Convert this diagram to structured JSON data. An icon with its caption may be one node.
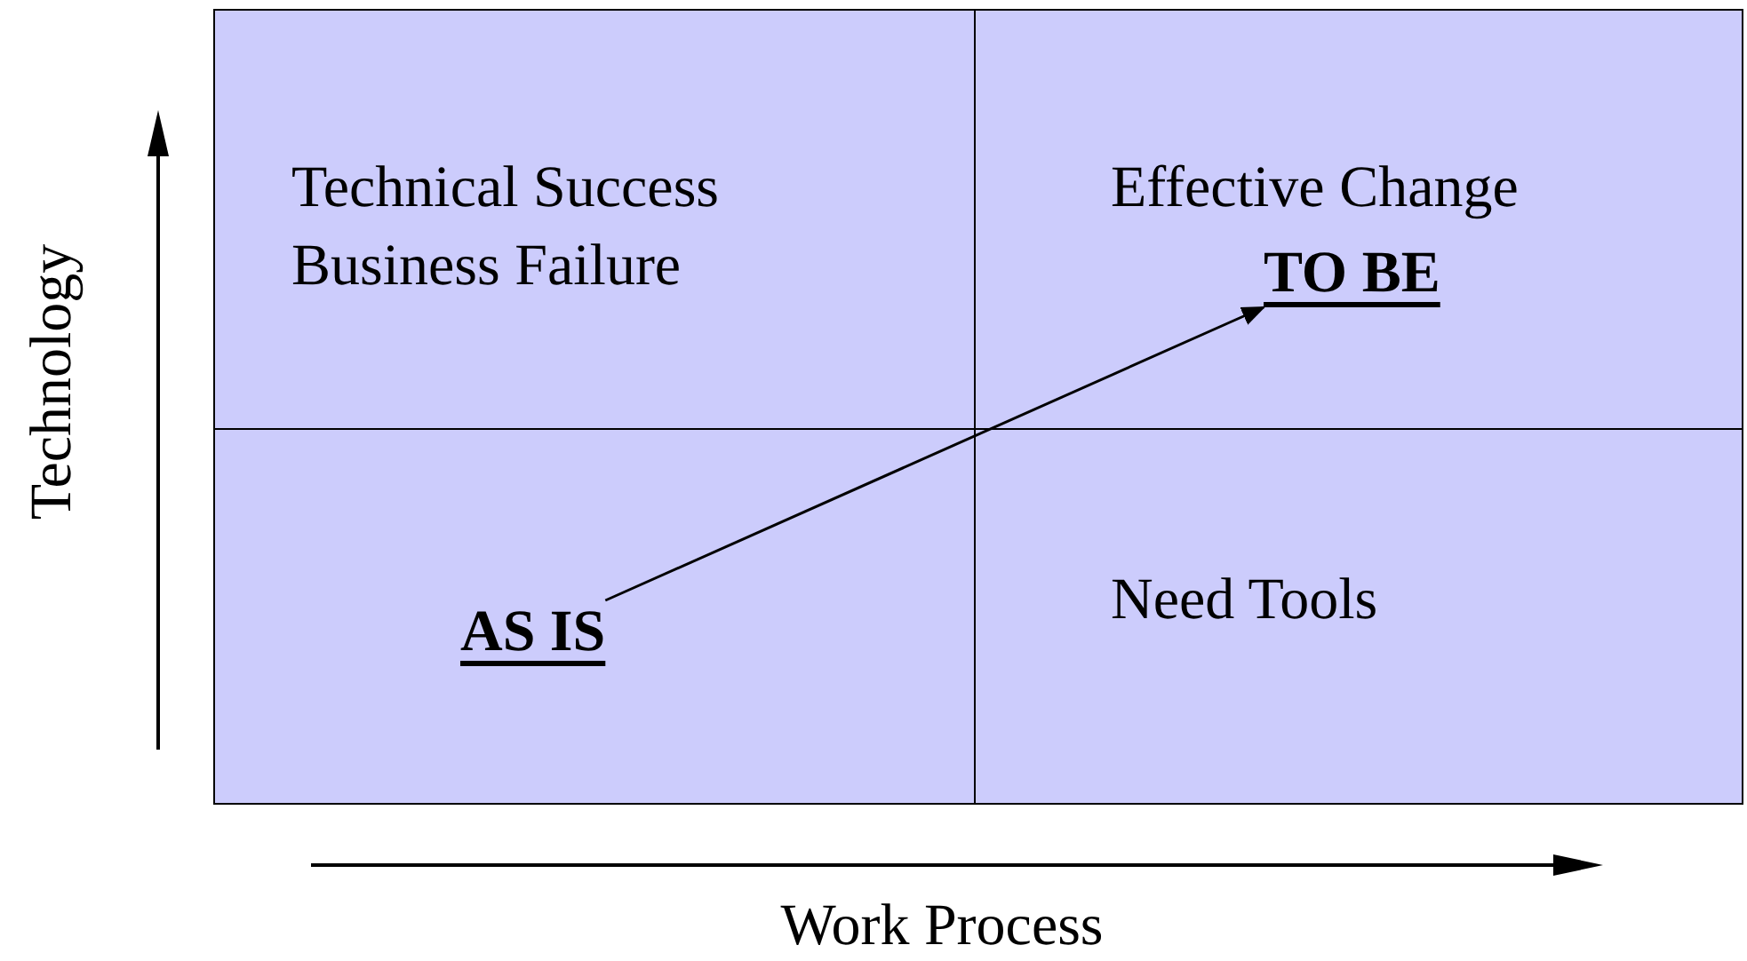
{
  "diagram": {
    "nodes": [
      {
        "text": [
          "Technical Success Business Failure"
        ]
      },
      {
        "text": [
          "Effective Change"
        ]
      },
      {
        "text": [],
        "shape": "box"
      },
      {
        "text": [
          "Need Tools"
        ]
      },
      {
        "text": [
          "TO BE"
        ],
        "in": 1
      },
      {
        "text": [
          "AS IS"
        ],
        "in": 2
      }
    ],
    "edges": [
      {
        "from": 5,
        "to": 4,
        "arrow": "to"
      }
    ],
    "labels": [
      "Technology",
      "Work Process"
    ]
  }
}
